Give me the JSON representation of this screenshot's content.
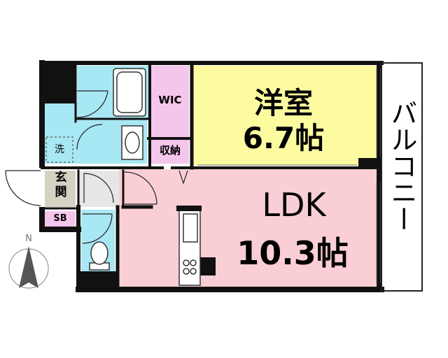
{
  "rooms": {
    "western_room": {
      "name": "洋室",
      "size": "6.7帖",
      "color": "#fdfb9f"
    },
    "ldk": {
      "name": "LDK",
      "size": "10.3帖",
      "color": "#f9cfd5"
    },
    "wic": {
      "name": "WIC",
      "color": "#f5c6ec"
    },
    "storage": {
      "name": "収納",
      "color": "#f5c6ec"
    },
    "shoe_box": {
      "name": "SB",
      "color": "#f5c6ec"
    },
    "entrance": {
      "name": "玄関",
      "color": "#d5d2c4"
    },
    "washer": {
      "name": "洗"
    },
    "balcony": {
      "name": "バルコニー"
    }
  },
  "wet_area_color": "#a8e8f4",
  "compass": {
    "north_label": "N"
  }
}
